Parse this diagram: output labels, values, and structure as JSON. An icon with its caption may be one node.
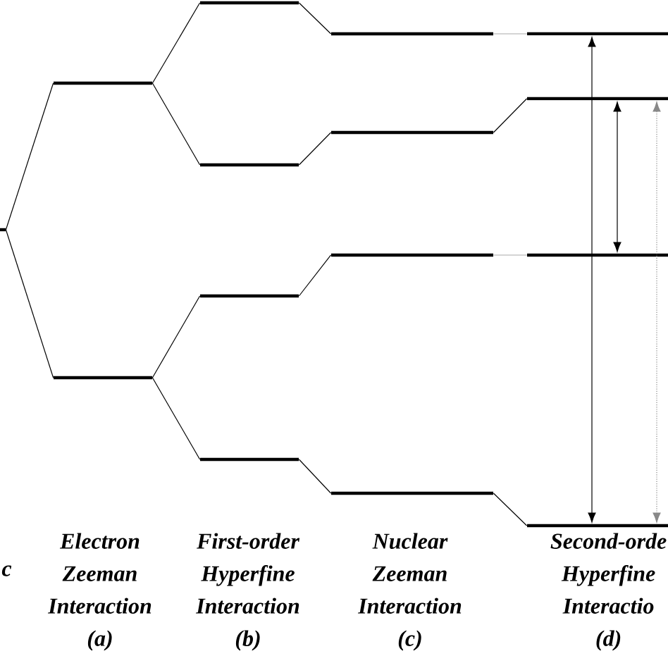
{
  "diagram": {
    "nodes": [
      {
        "text": [],
        "shape": "bar"
      },
      {
        "text": [],
        "shape": "bar"
      },
      {
        "text": [],
        "shape": "bar"
      },
      {
        "text": [],
        "shape": "bar"
      },
      {
        "text": [],
        "shape": "bar"
      },
      {
        "text": [],
        "shape": "bar"
      },
      {
        "text": [],
        "shape": "bar"
      },
      {
        "text": [],
        "shape": "bar"
      },
      {
        "text": [],
        "shape": "bar"
      },
      {
        "text": [],
        "shape": "bar"
      },
      {
        "text": [],
        "shape": "bar"
      },
      {
        "text": [],
        "shape": "bar"
      },
      {
        "text": [],
        "shape": "bar"
      },
      {
        "text": [],
        "shape": "bar"
      },
      {
        "text": [],
        "shape": "bar"
      }
    ],
    "edges": [
      {
        "from": 0,
        "to": 1,
        "arrow": "none"
      },
      {
        "from": 0,
        "to": 2,
        "arrow": "none"
      },
      {
        "from": 1,
        "to": 3,
        "arrow": "none"
      },
      {
        "from": 1,
        "to": 4,
        "arrow": "none"
      },
      {
        "from": 2,
        "to": 5,
        "arrow": "none"
      },
      {
        "from": 2,
        "to": 6,
        "arrow": "none"
      },
      {
        "from": 3,
        "to": 7,
        "arrow": "none"
      },
      {
        "from": 4,
        "to": 8,
        "arrow": "none"
      },
      {
        "from": 5,
        "to": 9,
        "arrow": "none"
      },
      {
        "from": 6,
        "to": 10,
        "arrow": "none"
      },
      {
        "from": 7,
        "to": 11,
        "arrow": "none",
        "color": "#aaaaaa"
      },
      {
        "from": 8,
        "to": 12,
        "arrow": "none"
      },
      {
        "from": 9,
        "to": 13,
        "arrow": "none",
        "color": "#aaaaaa"
      },
      {
        "from": 10,
        "to": 14,
        "arrow": "none"
      },
      {
        "from": 11,
        "to": 14,
        "arrow": "both"
      },
      {
        "from": 12,
        "to": 13,
        "arrow": "both"
      },
      {
        "from": 12,
        "to": 14,
        "arrow": "both",
        "style": "dashed",
        "color": "#888888"
      }
    ],
    "labels": [
      "c",
      "Electron Zeeman Interaction (a)",
      "First-order Hyperfine Interaction (b)",
      "Nuclear Zeeman Interaction (c)",
      "Second-orde Hyperfine Interactio (d)"
    ]
  }
}
